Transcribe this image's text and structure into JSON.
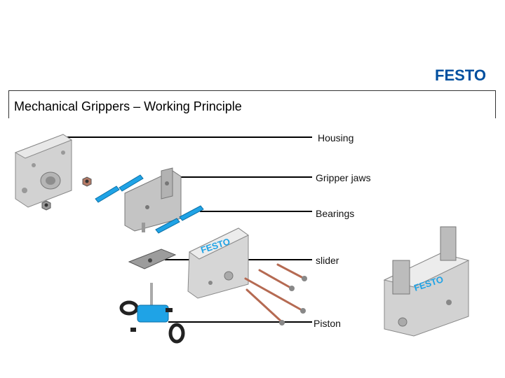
{
  "brand": {
    "logo_text": "FESTO",
    "color": "#004F9F"
  },
  "slide": {
    "title": "Mechanical Grippers – Working Principle"
  },
  "labels": {
    "housing": "Housing",
    "gripper_jaws": "Gripper jaws",
    "bearings": "Bearings",
    "slider": "slider",
    "piston": "Piston"
  },
  "colors": {
    "part_metal": "#c9c9c9",
    "part_blue": "#1fa3e6",
    "part_copper": "#c9785c",
    "part_black": "#222222"
  }
}
